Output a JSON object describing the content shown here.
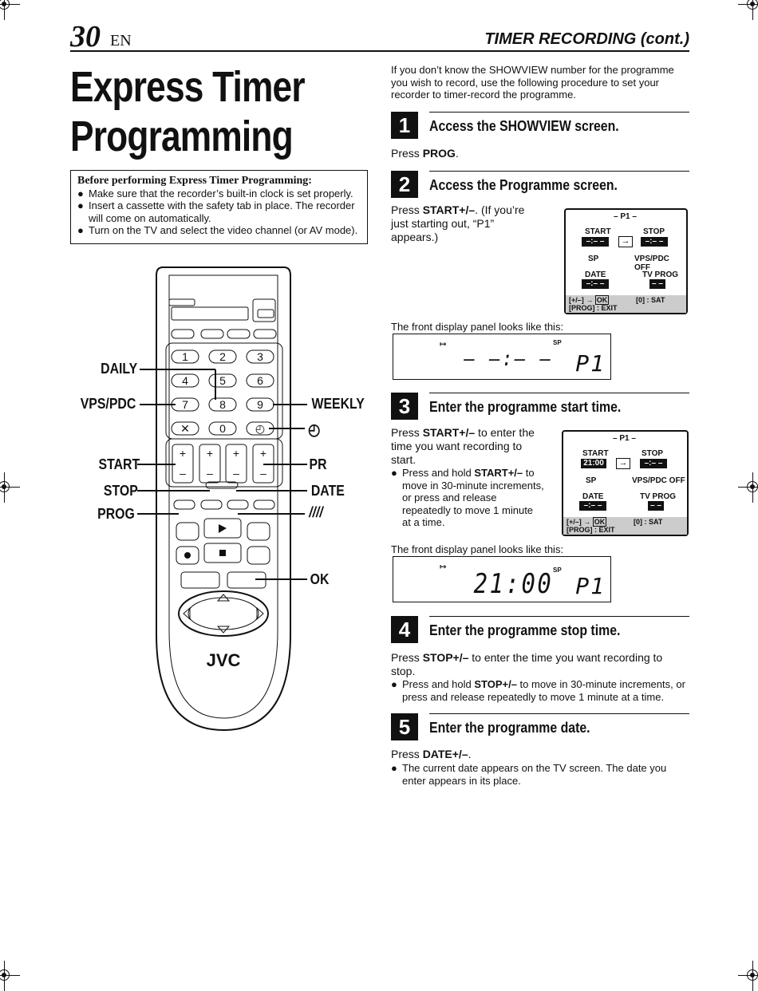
{
  "header": {
    "page_number": "30",
    "page_suffix": "EN",
    "section": "TIMER RECORDING (cont.)"
  },
  "title": {
    "line1": "Express Timer",
    "line2": "Programming"
  },
  "before_box": {
    "title": "Before performing Express Timer Programming:",
    "items": [
      "Make sure that the recorder’s built-in clock is set properly.",
      "Insert a cassette with the safety tab in place. The recorder will come on automatically.",
      "Turn on the TV and select the video channel (or AV mode)."
    ]
  },
  "intro": "If you don’t know the SHOWVIEW number for the programme you wish to record, use the following procedure to set your recorder to timer-record the programme.",
  "steps": [
    {
      "num": "1",
      "title": "Access the SHOWVIEW screen.",
      "body_pre": "Press ",
      "body_bold": "PROG",
      "body_post": "."
    },
    {
      "num": "2",
      "title": "Access the Programme screen.",
      "body_pre": "Press ",
      "body_bold": "START+/–",
      "body_post": ". (If you’re just starting out, “P1” appears.)"
    },
    {
      "num": "3",
      "title": "Enter the programme start time.",
      "body_pre": "Press ",
      "body_bold": "START+/–",
      "body_post": " to enter the time you want recording to start.",
      "bullet_pre": "Press and hold ",
      "bullet_bold": "START+/–",
      "bullet_post": " to move in 30-minute increments, or press and release repeatedly to move 1 minute at a time."
    },
    {
      "num": "4",
      "title": "Enter the programme stop time.",
      "body_pre": "Press ",
      "body_bold": "STOP+/–",
      "body_post": " to enter the time you want recording to stop.",
      "bullet_pre": "Press and hold ",
      "bullet_bold": "STOP+/–",
      "bullet_post": " to move in 30-minute increments, or press and release repeatedly to move 1 minute at a time."
    },
    {
      "num": "5",
      "title": "Enter the programme date.",
      "body_pre": "Press ",
      "body_bold": "DATE+/–",
      "body_post": ".",
      "bullet": "The current date appears on the TV screen. The date you enter appears in its place."
    }
  ],
  "front_display_caption": "The front display panel looks like this:",
  "osd": {
    "program": "– P1 –",
    "start_label": "START",
    "stop_label": "STOP",
    "sp": "SP",
    "vps": "VPS/PDC OFF",
    "date_label": "DATE",
    "tvprog_label": "TV PROG",
    "blank_time": "–:– –",
    "blank_short": "– –",
    "start_time_set": "21:00",
    "arrow": "→",
    "foot_left1": "[+/–] →",
    "ok": "OK",
    "foot_left2": "[PROG] : EXIT",
    "foot_right": "[0] : SAT"
  },
  "front_display": {
    "marker": "↦",
    "sp": "SP",
    "blank_time": "– –:– –",
    "set_time": "21:00",
    "program": "P1"
  },
  "remote": {
    "brand": "JVC",
    "keys": [
      "1",
      "2",
      "3",
      "4",
      "5",
      "6",
      "7",
      "8",
      "9",
      "✕",
      "0",
      "◴"
    ],
    "labels": {
      "daily": "DAILY",
      "vps": "VPS/PDC",
      "weekly": "WEEKLY",
      "start": "START",
      "stop": "STOP",
      "prog": "PROG",
      "pr": "PR",
      "date": "DATE",
      "ok": "OK",
      "slashes": "////"
    }
  }
}
